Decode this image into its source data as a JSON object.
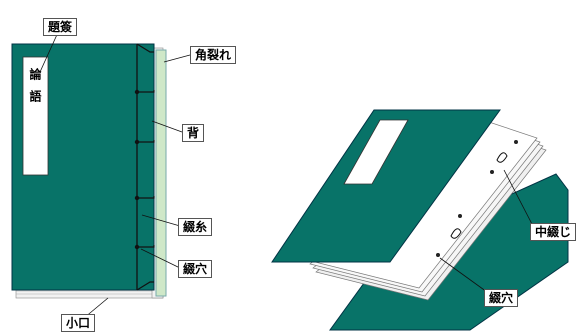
{
  "colors": {
    "cover": "#087368",
    "cover_dark": "#055a52",
    "spine_edge": "#cfe8c8",
    "pages": "#f4f4f4",
    "line": "#111111",
    "label_border": "#555555"
  },
  "left_figure": {
    "title_strip": {
      "chars": "論語"
    },
    "labels": {
      "daisen": "題簽",
      "kadogire": "角裂れ",
      "se": "背",
      "tojiito": "綴糸",
      "tojiana": "綴穴",
      "koguchi": "小口"
    }
  },
  "right_figure": {
    "labels": {
      "nakatoji": "中綴じ",
      "tojiana": "綴穴"
    }
  }
}
